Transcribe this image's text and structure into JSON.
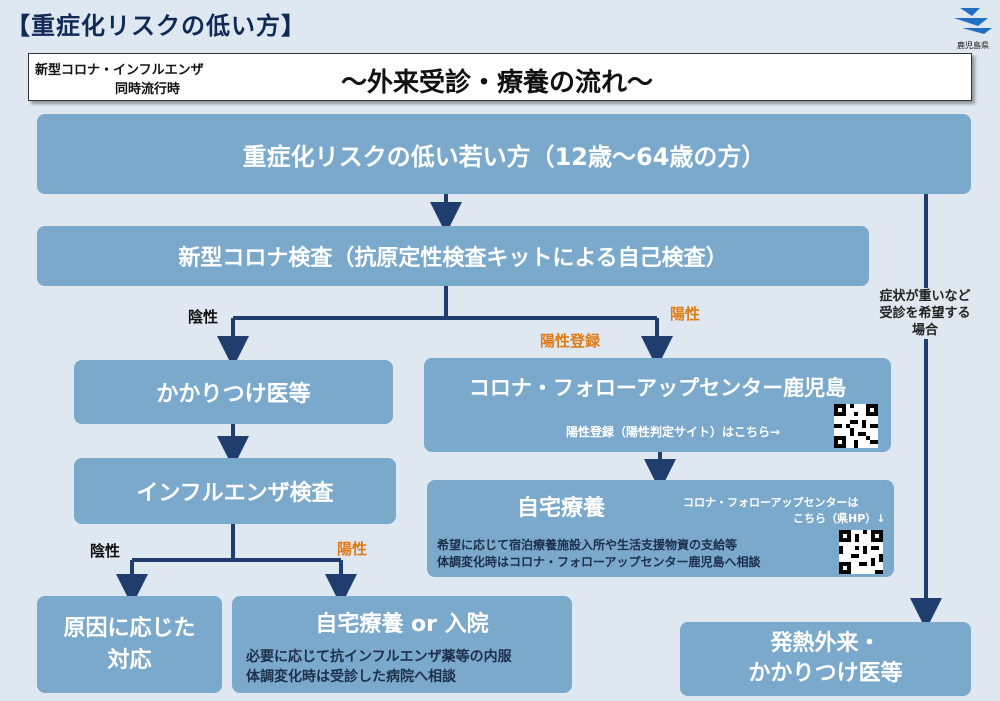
{
  "header": {
    "title": "【重症化リスクの低い方】",
    "logo_text": "鹿児島県",
    "sub_left_1": "新型コロナ・インフルエンザ",
    "sub_left_2": "同時流行時",
    "sub_title": "～外来受診・療養の流れ～"
  },
  "boxes": {
    "top": "重症化リスクの低い若い方（12歳～64歳の方）",
    "test": "新型コロナ検査（抗原定性検査キットによる自己検査）",
    "kakaritsuke": "かかりつけ医等",
    "flu_test": "インフルエンザ検査",
    "cause": "原因に応じた対応",
    "home_or_hosp_title": "自宅療養 or 入院",
    "home_or_hosp_line1": "必要に応じて抗インフルエンザ薬等の内服",
    "home_or_hosp_line2": "体調変化時は受診した病院へ相談",
    "followup_title": "コロナ・フォローアップセンター鹿児島",
    "followup_link": "陽性登録（陽性判定サイト）はこちら→",
    "home_title": "自宅療養",
    "home_note_1": "コロナ・フォローアップセンターは",
    "home_note_2": "こちら（県HP）↓",
    "home_line1": "希望に応じて宿泊療養施設入所や生活支援物資の支給等",
    "home_line2": "体調変化時はコロナ・フォローアップセンター鹿児島へ相談",
    "fever_line1": "発熱外来・",
    "fever_line2": "かかりつけ医等"
  },
  "labels": {
    "negative_1": "陰性",
    "positive_1": "陽性",
    "positive_registration": "陽性登録",
    "severe_1": "症状が重いなど",
    "severe_2": "受診を希望する",
    "severe_3": "場合",
    "negative_2": "陰性",
    "positive_2": "陽性"
  },
  "colors": {
    "box": "#7aa9cc",
    "arrow": "#1f3e6e",
    "positive_label": "#e07b15",
    "background": "#dfe8f0"
  }
}
